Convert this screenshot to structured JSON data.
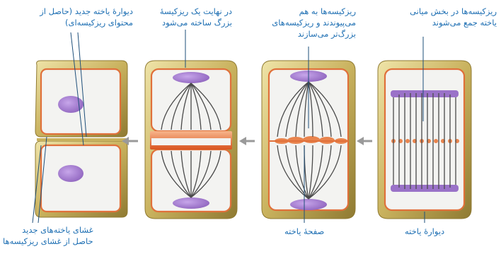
{
  "labels": {
    "new_wall": [
      "دیوارهٔ یاخته جدید (حاصل از",
      "محتوای ریزکیسه‌ای)"
    ],
    "large_vesicle": [
      "در نهایت یک ریزکیسهٔ",
      "بزرگ ساخته می‌شود"
    ],
    "vesicles_join": [
      "ریزکیسه‌ها به هم",
      "می‌پیوندند و ریزکیسه‌های",
      "بزرگ‌تر می‌سازند"
    ],
    "vesicles_gather": [
      "ریزکیسه‌ها در بخش میانی",
      "یاخته جمع می‌شوند"
    ],
    "new_membranes": [
      "غشای یاخته‌های جدید",
      "حاصل از غشای ریزکیسه‌ها"
    ],
    "cell_plate": "صفحهٔ یاخته",
    "cell_wall": "دیوارهٔ یاخته"
  },
  "colors": {
    "label_text": "#1e6fb3",
    "wall_outer": "#c9b25e",
    "wall_inner": "#e8d98e",
    "membrane": "#e0703a",
    "cytoplasm": "#f3f3f1",
    "nucleus": "#a77fd0",
    "spindle": "#4a4a4a",
    "arrow": "#9a9a9a"
  }
}
